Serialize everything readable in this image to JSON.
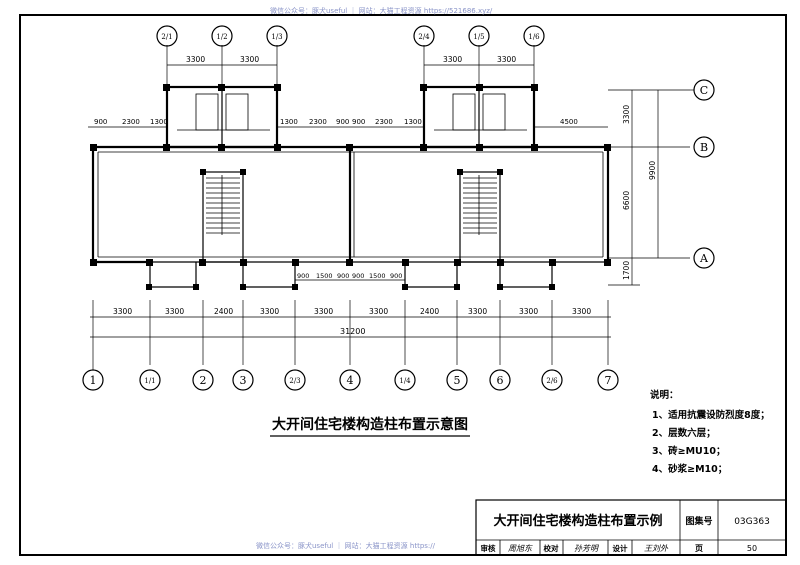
{
  "watermark_top": "微信公众号：豚犬useful ｜ 网站：大猫工程资源 https://521686.xyz/",
  "watermark_bottom": "微信公众号：豚犬useful ｜ 网站：大猫工程资源 https://",
  "drawing_title": "大开间住宅楼构造柱布置示意图",
  "notes": {
    "heading": "说明：",
    "items": [
      "1、适用抗震设防烈度8度；",
      "2、层数六层；",
      "3、砖≥MU10；",
      "4、砂浆≥M10；"
    ]
  },
  "title_block": {
    "title": "大开间住宅楼构造柱布置示例",
    "atlas_label": "图集号",
    "atlas_number": "03G363",
    "review_label": "审核",
    "review_sign": "周旭东",
    "check_label": "校对",
    "check_sign": "孙芳明",
    "design_label": "设计",
    "design_sign": "王刘外",
    "page_label": "页",
    "page_number": "50"
  },
  "axes_bottom": [
    "1",
    "1/1",
    "2",
    "3",
    "2/3",
    "4",
    "1/4",
    "5",
    "6",
    "2/6",
    "7"
  ],
  "axes_top": [
    "2/1",
    "1/2",
    "1/3",
    "2/4",
    "1/5",
    "1/6"
  ],
  "axes_right": [
    "C",
    "B",
    "A"
  ],
  "dims_bottom_row1": [
    "3300",
    "3300",
    "2400",
    "3300",
    "3300",
    "3300",
    "2400",
    "3300",
    "3300"
  ],
  "dim_total": "31200",
  "dims_top_stair": [
    "3300",
    "3300",
    "3300",
    "3300"
  ],
  "dims_top_row": [
    "900",
    "2300",
    "1300",
    "1300",
    "2300",
    "900",
    "900",
    "2300",
    "1300",
    "4500"
  ],
  "dims_mid_row": [
    "900",
    "1500",
    "900",
    "900",
    "1500",
    "900"
  ],
  "dims_right": [
    "3300",
    "6600",
    "1700",
    "9900"
  ]
}
